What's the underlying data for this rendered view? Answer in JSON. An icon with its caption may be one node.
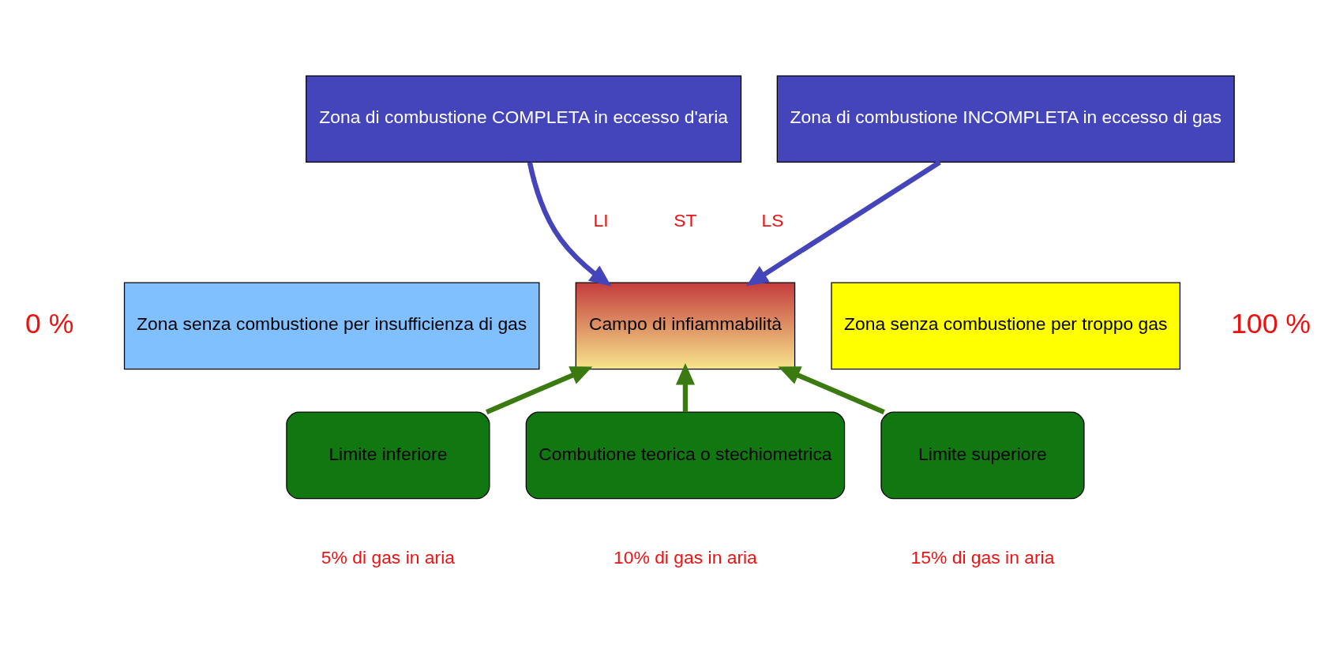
{
  "diagram": {
    "nodes": [
      {
        "text": [
          "Zona di combustione COMPLETA in eccesso d'aria"
        ]
      },
      {
        "text": [
          "Zona di combustione INCOMPLETA in eccesso di gas"
        ]
      },
      {
        "text": [
          "Zona senza combustione per insufficienza di gas"
        ]
      },
      {
        "text": [
          "Campo di infiammabilità"
        ]
      },
      {
        "text": [
          "Zona senza combustione per troppo gas"
        ]
      },
      {
        "text": [
          "Limite inferiore"
        ],
        "beside": [
          "5% di gas in aria"
        ]
      },
      {
        "text": [
          "Combutione teorica o stechiometrica"
        ],
        "beside": [
          "10% di gas in aria"
        ]
      },
      {
        "text": [
          "Limite superiore"
        ],
        "beside": [
          "15% di gas in aria"
        ]
      }
    ],
    "edges": [
      {
        "from": 0,
        "to": 3,
        "arrow": "to",
        "color": "#4444bb"
      },
      {
        "from": 1,
        "to": 3,
        "arrow": "to",
        "color": "#4444bb"
      },
      {
        "from": 5,
        "to": 3,
        "arrow": "to"
      },
      {
        "from": 6,
        "to": 3,
        "arrow": "to"
      },
      {
        "from": 7,
        "to": 3,
        "arrow": "to"
      }
    ],
    "labels": [
      "LI",
      "ST",
      "LS",
      "0 %",
      "100 %"
    ]
  }
}
